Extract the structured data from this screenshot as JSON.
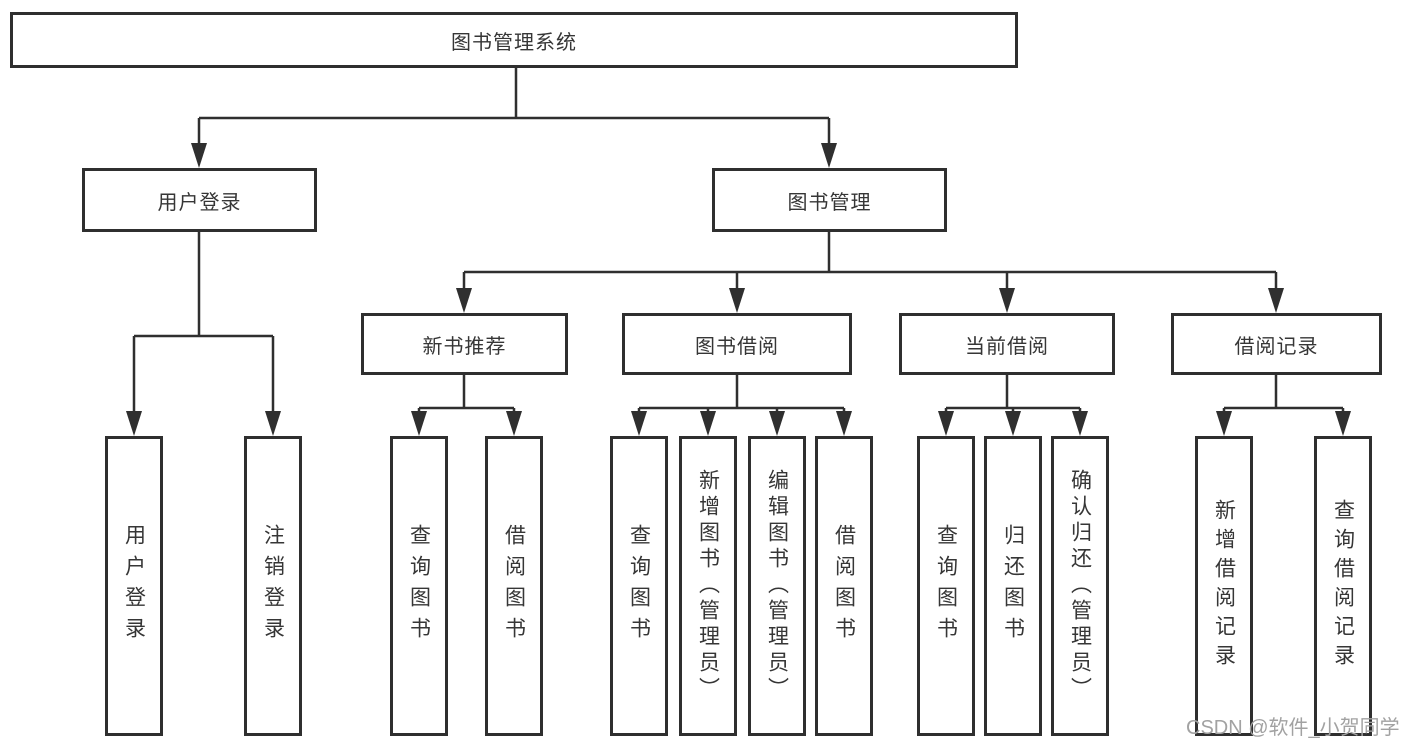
{
  "colors": {
    "line": "#2f2f2f",
    "border": "#2f2f2f",
    "text": "#363636",
    "node_background": "#ffffff",
    "watermark": "#a2a2a2",
    "page_background": "#ffffff"
  },
  "watermark": {
    "text": "CSDN @软件_小贺同学"
  },
  "tree": {
    "label": "图书管理系统",
    "children": [
      {
        "label": "用户登录",
        "children": [
          {
            "label": "用户登录"
          },
          {
            "label": "注销登录"
          }
        ]
      },
      {
        "label": "图书管理",
        "children": [
          {
            "label": "新书推荐",
            "children": [
              {
                "label": "查询图书"
              },
              {
                "label": "借阅图书"
              }
            ]
          },
          {
            "label": "图书借阅",
            "children": [
              {
                "label": "查询图书"
              },
              {
                "label": "新增图书（管理员）"
              },
              {
                "label": "编辑图书（管理员）"
              },
              {
                "label": "借阅图书"
              }
            ]
          },
          {
            "label": "当前借阅",
            "children": [
              {
                "label": "查询图书"
              },
              {
                "label": "归还图书"
              },
              {
                "label": "确认归还（管理员）"
              }
            ]
          },
          {
            "label": "借阅记录",
            "children": [
              {
                "label": "新增借阅记录"
              },
              {
                "label": "查询借阅记录"
              }
            ]
          }
        ]
      }
    ]
  }
}
